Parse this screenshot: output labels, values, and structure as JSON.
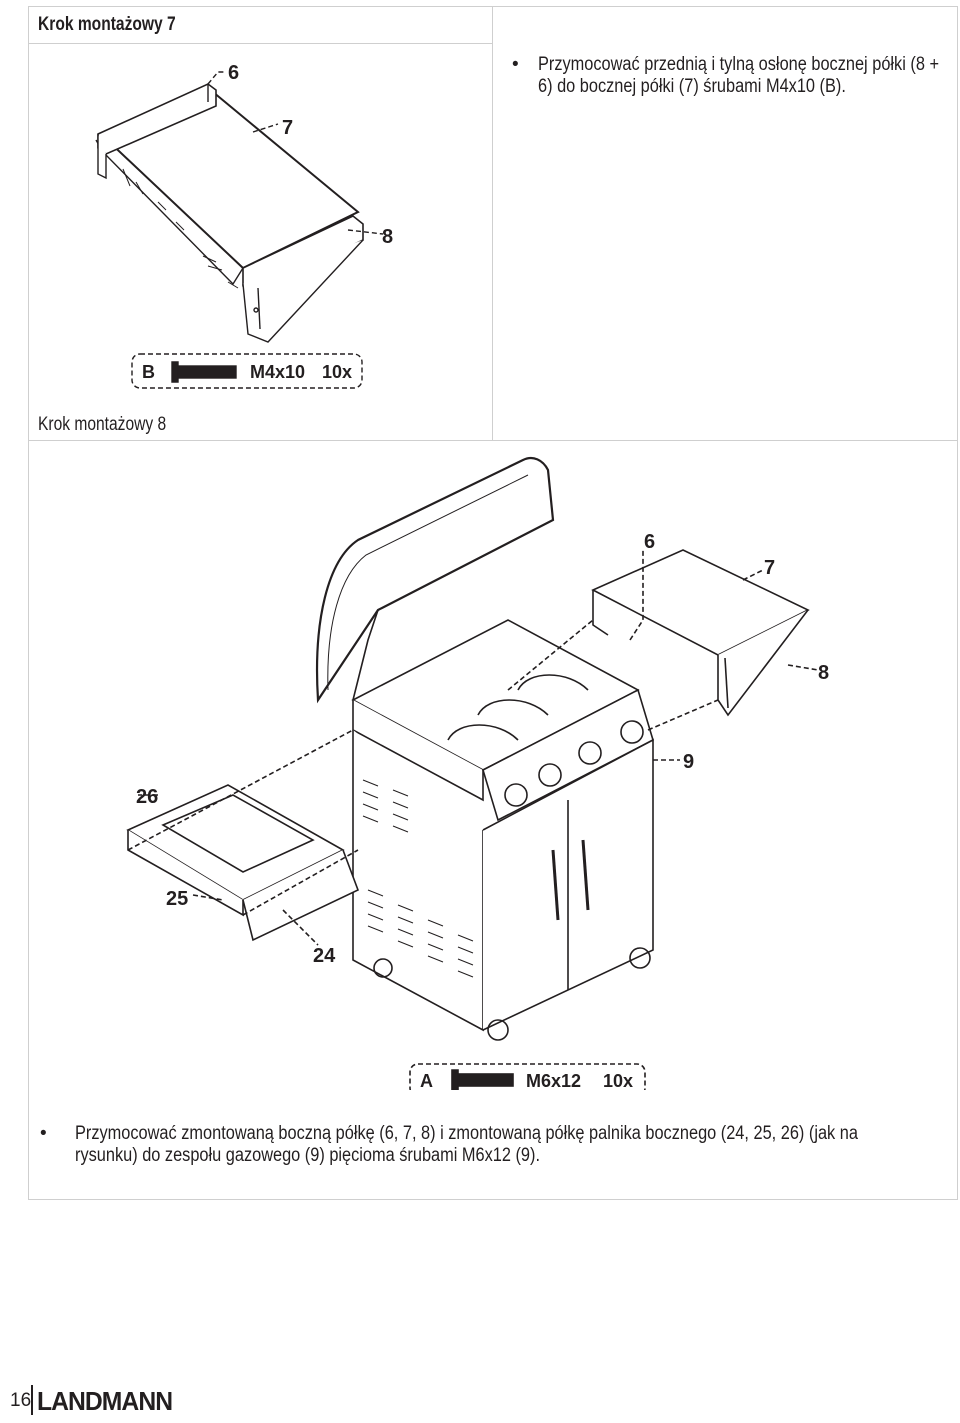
{
  "step7": {
    "title": "Krok montażowy 7",
    "bullet": "•",
    "text": "Przymocować przednią i tylną osłonę bocznej półki (8 + 6) do bocznej półki (7) śrubami M4x10 (B).",
    "callouts": {
      "c6": "6",
      "c7": "7",
      "c8": "8"
    },
    "hardware": {
      "letter": "B",
      "size": "M4x10",
      "qty": "10x"
    }
  },
  "step8": {
    "title": "Krok montażowy 8",
    "bullet": "•",
    "text": "Przymocować zmontowaną boczną półkę (6, 7, 8) i zmontowaną półkę palnika bocznego (24, 25, 26) (jak na rysunku) do zespołu gazowego (9) pięcioma śrubami M6x12 (9).",
    "callouts": {
      "c6": "6",
      "c7": "7",
      "c8": "8",
      "c9": "9",
      "c24": "24",
      "c25": "25",
      "c26": "26"
    },
    "hardware": {
      "letter": "A",
      "size": "M6x12",
      "qty": "10x"
    }
  },
  "footer": {
    "page_number": "16",
    "brand": "LANDMANN"
  }
}
